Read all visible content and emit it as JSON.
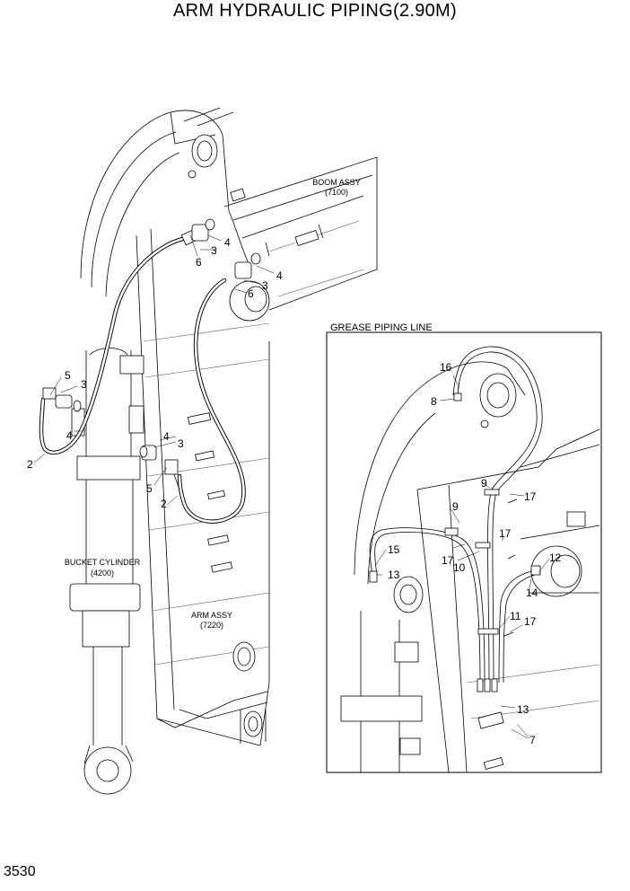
{
  "title": "ARM HYDRAULIC PIPING(2.90M)",
  "page_number": "3530",
  "assemblies": {
    "boom_name": "BOOM ASSY",
    "boom_code": "(7100)",
    "arm_name": "ARM ASSY",
    "arm_code": "(7220)",
    "bucket_name": "BUCKET CYLINDER",
    "bucket_code": "(4200)"
  },
  "inset_title": "GREASE PIPING LINE",
  "callouts_main": {
    "c4a": "4",
    "c3a": "3",
    "c6a": "6",
    "c4b": "4",
    "c3b": "3",
    "c6b": "6",
    "c5a": "5",
    "c3c": "3",
    "c4c": "4",
    "c2a": "2",
    "c4d": "4",
    "c3d": "3",
    "c5b": "5",
    "c2b": "2"
  },
  "callouts_inset": {
    "c16": "16",
    "c8": "8",
    "c9a": "9",
    "c17a": "17",
    "c9b": "9",
    "c15": "15",
    "c17b": "17",
    "c17c": "17",
    "c10": "10",
    "c13a": "13",
    "c12": "12",
    "c14": "14",
    "c11": "11",
    "c17d": "17",
    "c13b": "13",
    "c7": "7"
  }
}
